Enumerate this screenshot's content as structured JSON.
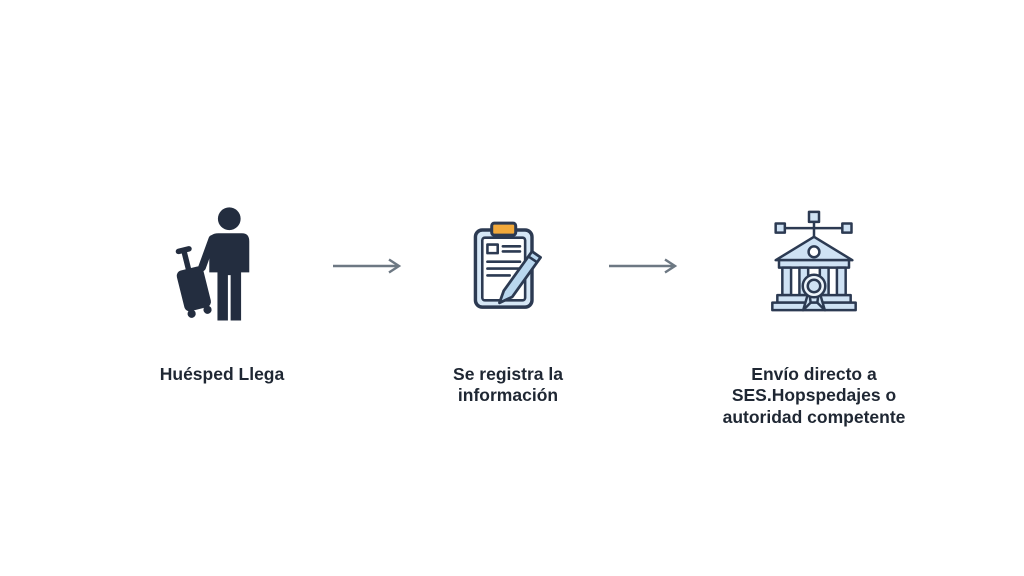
{
  "diagram": {
    "steps": [
      {
        "id": "guest-arrives",
        "label": "Huésped Llega",
        "icon": "traveler-with-suitcase-icon"
      },
      {
        "id": "register-info",
        "label": "Se registra la información",
        "icon": "clipboard-pen-icon"
      },
      {
        "id": "send-authority",
        "label": "Envío directo a SES.Hopspedajes o autoridad competente",
        "icon": "institution-network-icon"
      }
    ],
    "arrows": [
      {
        "from": "guest-arrives",
        "to": "register-info"
      },
      {
        "from": "register-info",
        "to": "send-authority"
      }
    ],
    "colors": {
      "icon_dark": "#232d3f",
      "icon_outline": "#2c3a52",
      "icon_light_blue": "#cfe2f4",
      "paper_white": "#ffffff",
      "clip_orange": "#f2a93b",
      "arrow_gray": "#6d7883",
      "label_text": "#1f2733",
      "background": "#ffffff"
    }
  }
}
